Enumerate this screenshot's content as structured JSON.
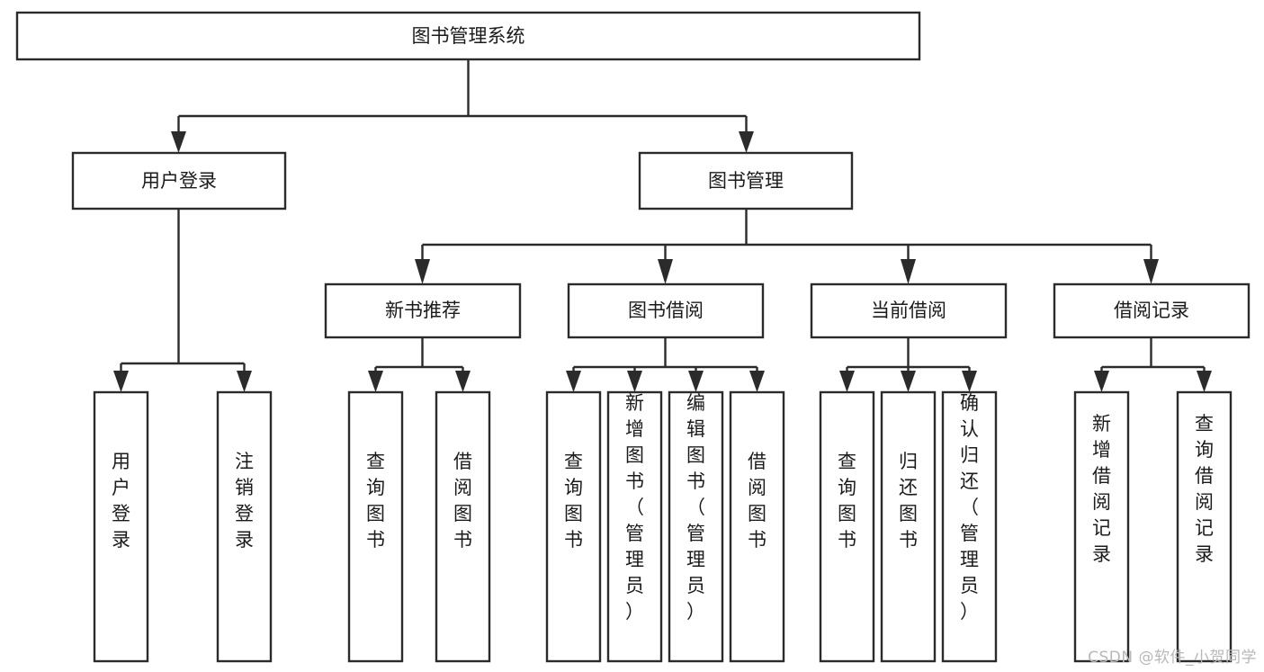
{
  "diagram": {
    "title": "图书管理系统",
    "type": "tree-hierarchy",
    "watermark": "CSDN @软件_小贺同学",
    "colors": {
      "background": "#ffffff",
      "box_fill": "#ffffff",
      "box_stroke": "#2b2b2b",
      "text": "#1b1b1b",
      "watermark": "#b8b8b8"
    },
    "levels": {
      "root_label": "图书管理系统",
      "level2": [
        {
          "label": "用户登录"
        },
        {
          "label": "图书管理"
        }
      ],
      "level3": [
        {
          "label": "新书推荐"
        },
        {
          "label": "图书借阅"
        },
        {
          "label": "当前借阅"
        },
        {
          "label": "借阅记录"
        }
      ]
    },
    "leaves": {
      "user_login": [
        {
          "label": "用户登录"
        },
        {
          "label": "注销登录"
        }
      ],
      "new_book_recommend": [
        {
          "label": "查询图书"
        },
        {
          "label": "借阅图书"
        }
      ],
      "book_borrow": [
        {
          "label": "查询图书"
        },
        {
          "label": "新增图书（管理员）"
        },
        {
          "label": "编辑图书（管理员）"
        },
        {
          "label": "借阅图书"
        }
      ],
      "current_borrow": [
        {
          "label": "查询图书"
        },
        {
          "label": "归还图书"
        },
        {
          "label": "确认归还（管理员）"
        }
      ],
      "borrow_record": [
        {
          "label": "新增借阅记录"
        },
        {
          "label": "查询借阅记录"
        }
      ]
    }
  }
}
